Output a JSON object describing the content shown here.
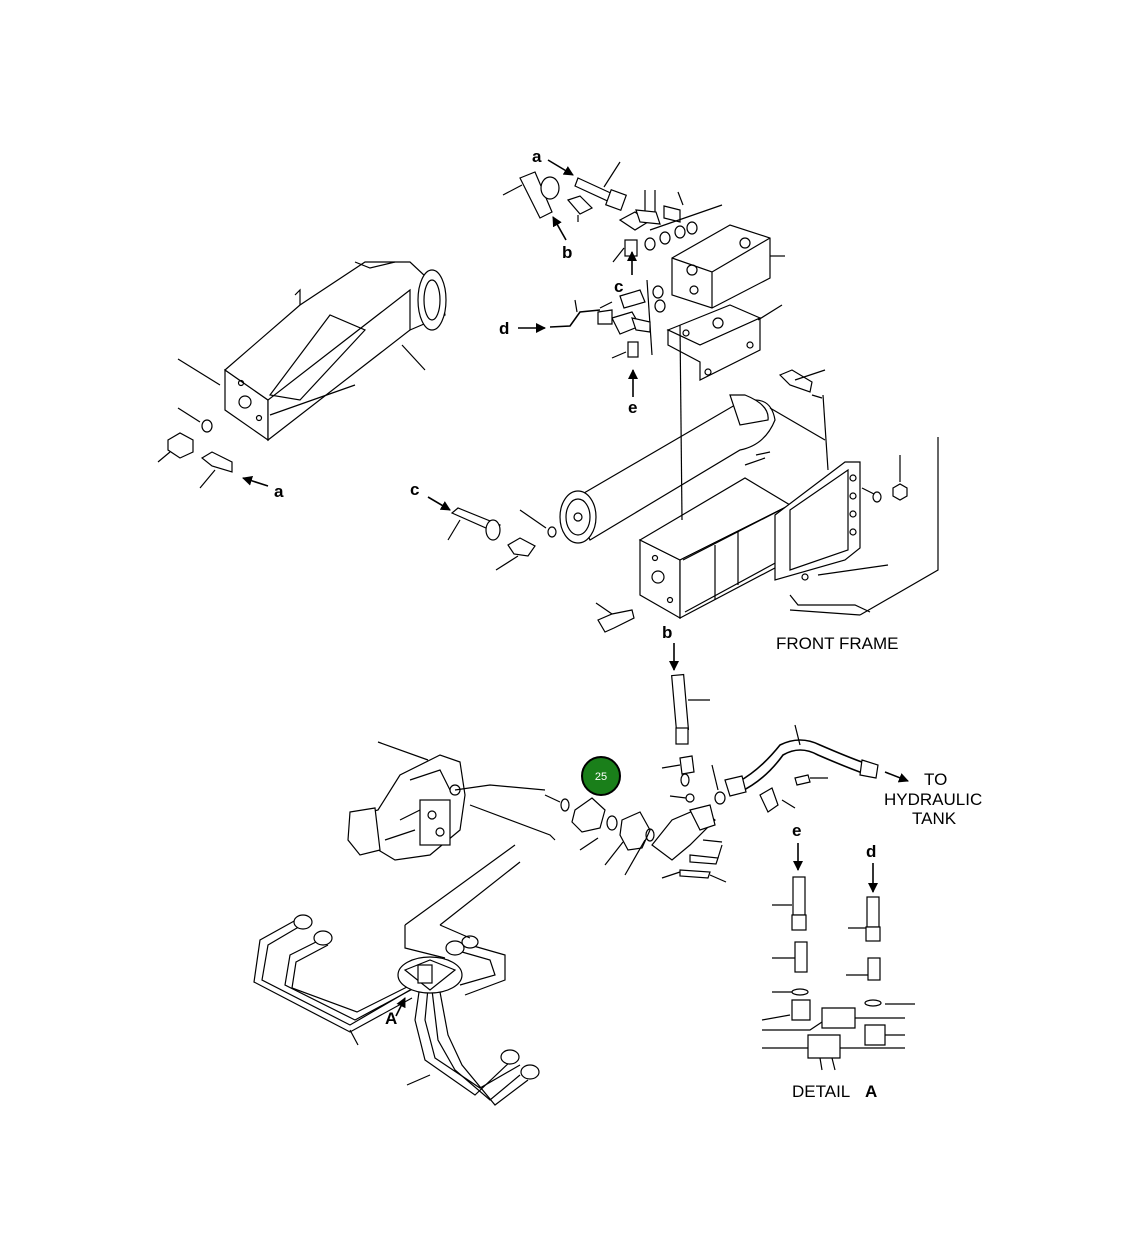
{
  "labels": {
    "a_top": "a",
    "b_top": "b",
    "c_top": "c",
    "d_top": "d",
    "e_top": "e",
    "a_left": "a",
    "c_mid": "c",
    "b_mid": "b",
    "e_detail": "e",
    "d_detail": "d",
    "A_pipe": "A"
  },
  "captions": {
    "front_frame": "FRONT FRAME",
    "to_tank_line1": "TO",
    "to_tank_line2": "HYDRAULIC",
    "to_tank_line3": "TANK",
    "detail_a_word": "DETAIL",
    "detail_a_letter": "A"
  },
  "callout": {
    "number": "25",
    "color": "#1a7f1a",
    "ring_color": "#000000"
  }
}
